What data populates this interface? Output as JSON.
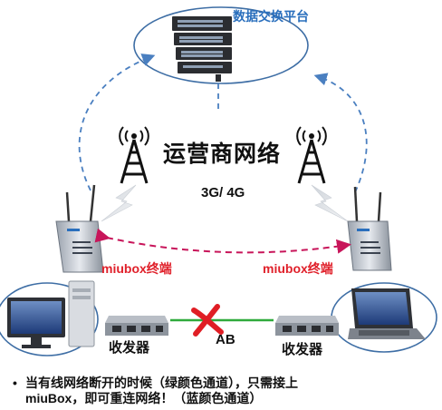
{
  "labels": {
    "platform": "数据交换平台",
    "network": "运营商网络",
    "network_type": "3G/ 4G",
    "terminal_left": "miubox终端",
    "terminal_right": "miubox终端",
    "transceiver_left": "收发器",
    "transceiver_right": "收发器",
    "link": "AB"
  },
  "note": {
    "bullet": "•",
    "line1": "当有线网络断开的时候（绿颜色通道），只需接上",
    "line2": "miuBox，即可重连网络！（蓝颜色通道）"
  },
  "colors": {
    "blue_channel": "#4a7fc0",
    "red_link": "#c8155a",
    "green_channel": "#2faa3c",
    "break_mark": "#e01e25",
    "ellipse_stroke": "#3e6ea5"
  },
  "icons": {
    "server": "server-rack-icon",
    "tower": "radio-tower-icon",
    "router": "wireless-router-icon",
    "lightning": "lightning-bolt-icon",
    "transceiver": "media-converter-icon",
    "pc": "desktop-computer-icon",
    "laptop": "laptop-icon",
    "break": "broken-link-icon"
  }
}
